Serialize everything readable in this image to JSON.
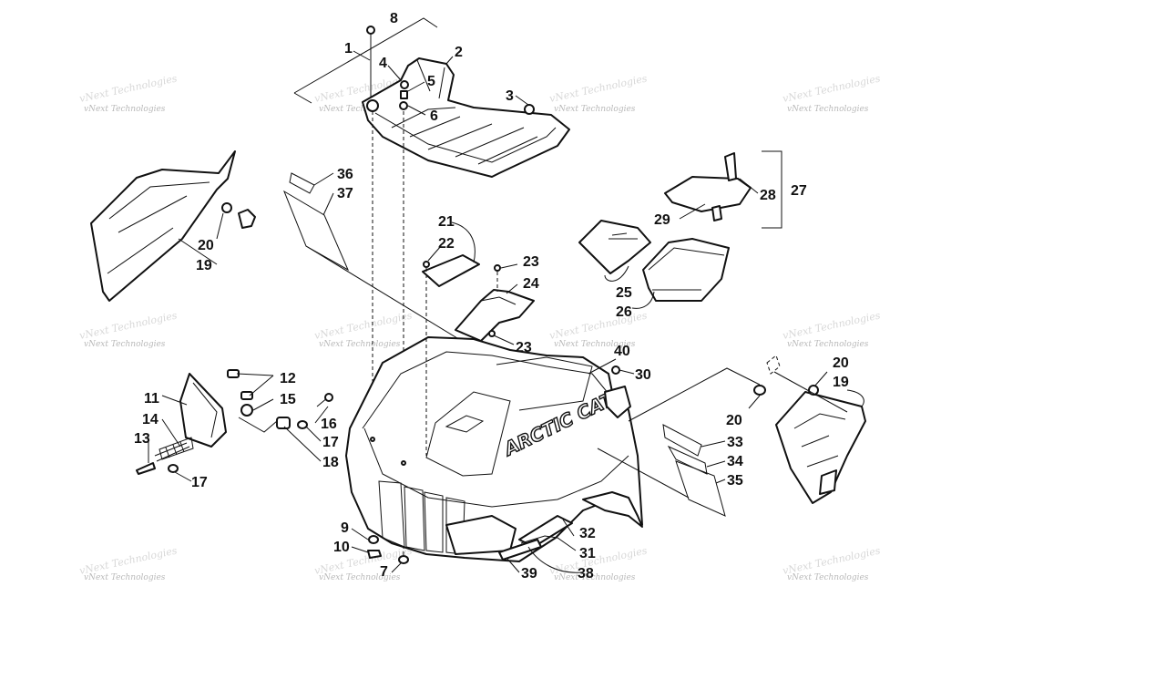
{
  "watermark": {
    "text": "vNext Technologies"
  },
  "brand_text": "ARCTIC CAT",
  "callouts": {
    "c1": "1",
    "c2": "2",
    "c3": "3",
    "c4": "4",
    "c5": "5",
    "c6": "6",
    "c7": "7",
    "c8": "8",
    "c9": "9",
    "c10": "10",
    "c11": "11",
    "c12": "12",
    "c13": "13",
    "c14": "14",
    "c15": "15",
    "c16": "16",
    "c17a": "17",
    "c17b": "17",
    "c18": "18",
    "c19a": "19",
    "c19b": "19",
    "c20a": "20",
    "c20b": "20",
    "c20c": "20",
    "c21": "21",
    "c22": "22",
    "c23a": "23",
    "c23b": "23",
    "c24": "24",
    "c25": "25",
    "c26": "26",
    "c27": "27",
    "c28": "28",
    "c29": "29",
    "c30": "30",
    "c31": "31",
    "c32": "32",
    "c33": "33",
    "c34": "34",
    "c35": "35",
    "c36": "36",
    "c37": "37",
    "c38": "38",
    "c39": "39",
    "c40": "40"
  }
}
